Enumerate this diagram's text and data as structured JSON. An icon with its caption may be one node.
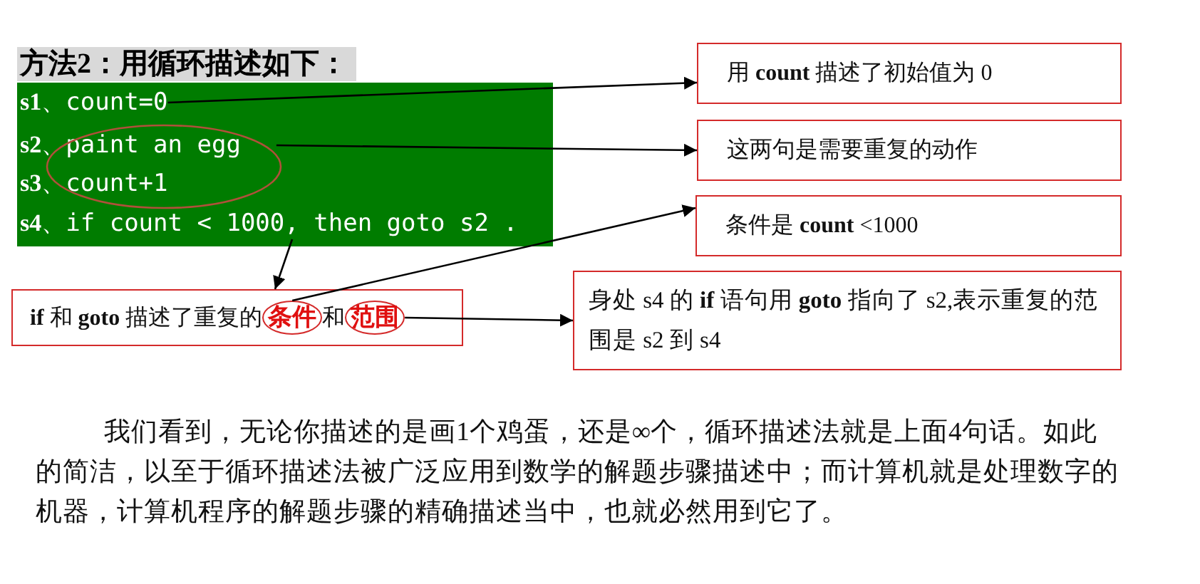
{
  "diagram": {
    "title": "方法2：用循环描述如下：",
    "nodes": [
      {
        "text": [],
        "shape": "box"
      },
      {
        "text": [
          "**s1**、count=0"
        ],
        "in": 0
      },
      {
        "text": [
          "**s2**、paint an egg"
        ],
        "in": 0
      },
      {
        "text": [
          "**s3**、count+1"
        ],
        "in": 0
      },
      {
        "text": [
          "**s4**、if count < 1000, then goto s2 ."
        ],
        "in": 0
      },
      {
        "text": [
          "用 **count** 描述了初始值为 0"
        ]
      },
      {
        "text": [
          "这两句是需要重复的动作"
        ]
      },
      {
        "text": [
          "条件是 **count** <1000"
        ]
      },
      {
        "text": [
          "**if** 和 **goto** 描述了重复的",
          "和"
        ]
      },
      {
        "text": [
          "条件"
        ],
        "in": 8
      },
      {
        "text": [
          "范围"
        ],
        "in": 8
      },
      {
        "text": [
          "身处 s4 的 **if** 语句用 **goto** 指向了 s2,表示重复的范围是 s2 到 s4"
        ]
      }
    ],
    "edges": [
      {
        "from": 1,
        "to": 5,
        "arrow": "to"
      },
      {
        "from": 2,
        "to": 6,
        "arrow": "to"
      },
      {
        "from": 4,
        "to": 8,
        "arrow": "to"
      },
      {
        "from": 9,
        "to": 7,
        "arrow": "to"
      },
      {
        "from": 10,
        "to": 11,
        "arrow": "to"
      }
    ],
    "labels": [
      "我们看到，无论你描述的是画1个鸡蛋，还是∞个，循环描述法就是上面4句话。如此的简洁，以至于循环描述法被广泛应用到数学的解题步骤描述中；而计算机就是处理数字的机器，计算机程序的解题步骤的精确描述当中，也就必然用到它了。"
    ]
  }
}
